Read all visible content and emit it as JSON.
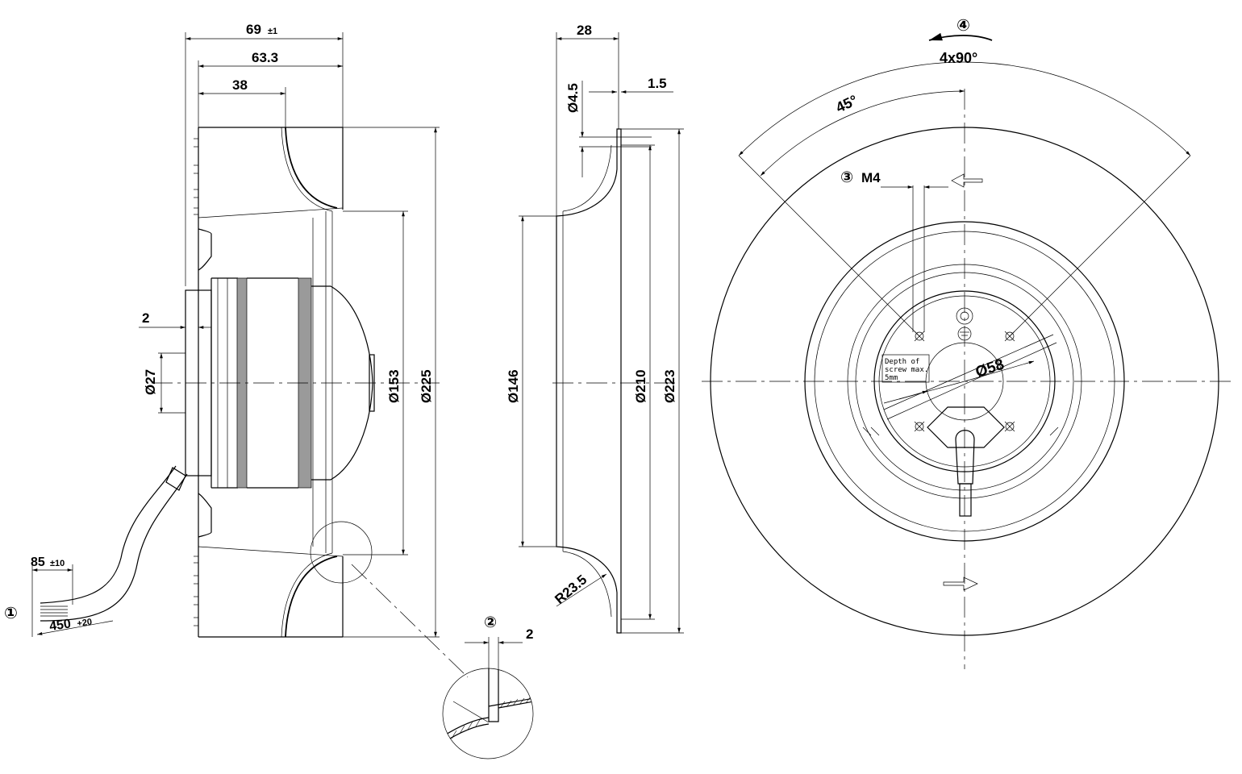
{
  "side_view": {
    "dim_width_total": "69",
    "dim_width_total_tol": "±1",
    "dim_width_body": "63.3",
    "dim_width_hub": "38",
    "dim_gap": "2",
    "dim_shaft": "Ø27",
    "dim_inner": "Ø153",
    "dim_outer": "Ø225",
    "cable_len_short": "85",
    "cable_len_short_tol": "±10",
    "cable_len_long": "450",
    "cable_len_long_tol": "+20"
  },
  "ring_view": {
    "dim_depth": "28",
    "dim_hole": "Ø4.5",
    "dim_thickness": "1.5",
    "dim_inlet": "Ø146",
    "dim_bolt_circle": "Ø210",
    "dim_flange": "Ø223",
    "dim_radius": "R23.5"
  },
  "detail": {
    "dim_gap": "2"
  },
  "front_view": {
    "angle_rotation": "4x90°",
    "angle_hole": "45°",
    "thread": "M4",
    "dim_pitch": "Ø58",
    "note_line1": "Depth of",
    "note_line2": "screw max.",
    "note_line3": "5mm"
  },
  "callouts": {
    "c1": "①",
    "c2": "②",
    "c3": "③",
    "c4": "④"
  }
}
